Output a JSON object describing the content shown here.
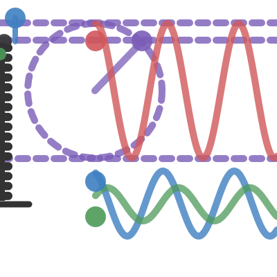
{
  "colors": {
    "background": "#ffffff",
    "purple": "#7b5db8",
    "red": "#d0575a",
    "blue": "#3f7fc1",
    "green": "#4d9a59",
    "dark": "#333333"
  },
  "scene": {
    "phasor_angle_deg": 45,
    "red_wave_cycles_visible": 2.6,
    "blue_wave_cycles_visible": 2.6,
    "green_wave_cycles_visible": 2.6,
    "spring_coils": 16
  }
}
